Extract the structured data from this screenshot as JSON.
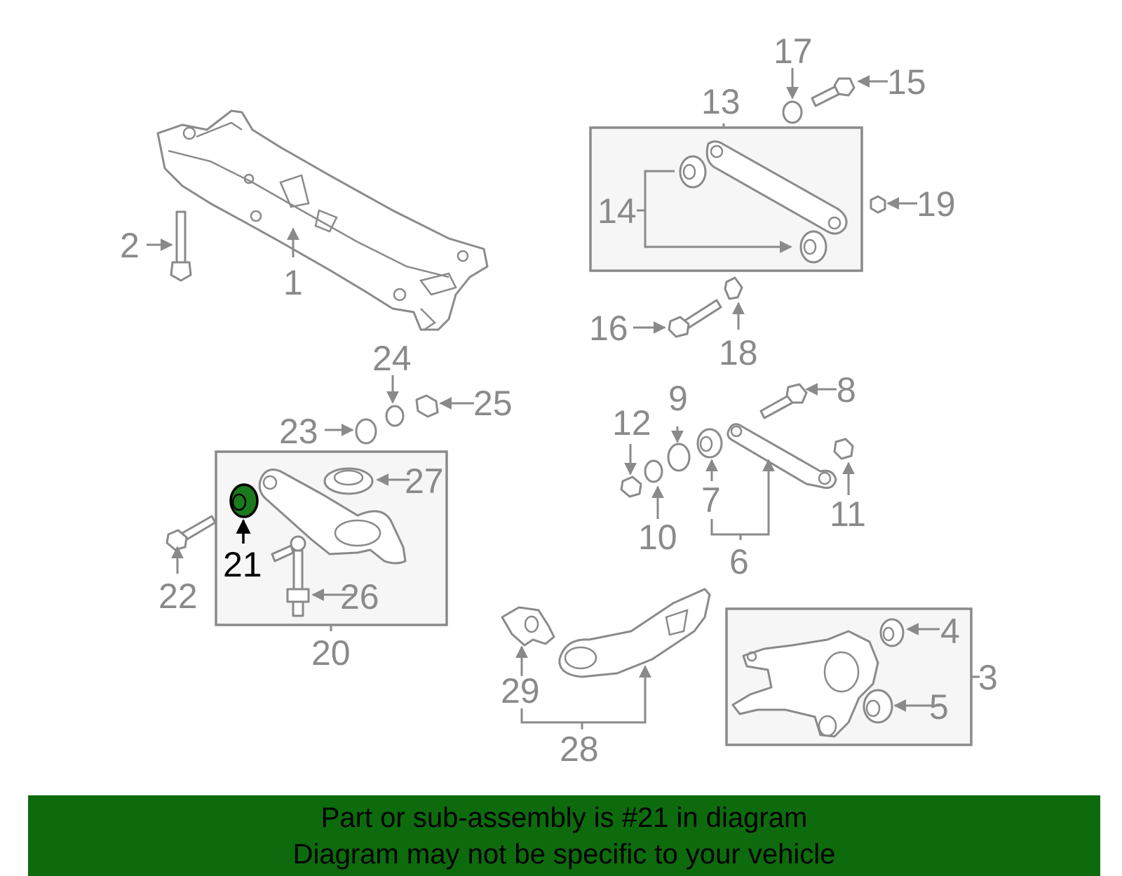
{
  "callouts": {
    "c1": "1",
    "c2": "2",
    "c3": "3",
    "c4": "4",
    "c5": "5",
    "c6": "6",
    "c7": "7",
    "c8": "8",
    "c9": "9",
    "c10": "10",
    "c11": "11",
    "c12": "12",
    "c13": "13",
    "c14": "14",
    "c15": "15",
    "c16": "16",
    "c17": "17",
    "c18": "18",
    "c19": "19",
    "c20": "20",
    "c21": "21",
    "c22": "22",
    "c23": "23",
    "c24": "24",
    "c25": "25",
    "c26": "26",
    "c27": "27",
    "c28": "28",
    "c29": "29"
  },
  "highlighted_part": "21",
  "colors": {
    "highlight": "#1b7a1b",
    "banner": "#0d6b0d",
    "callout": "#8a8a8a"
  },
  "banner": {
    "line1": "Part or sub-assembly is #21 in diagram",
    "line2": "Diagram may not be specific to your vehicle"
  }
}
